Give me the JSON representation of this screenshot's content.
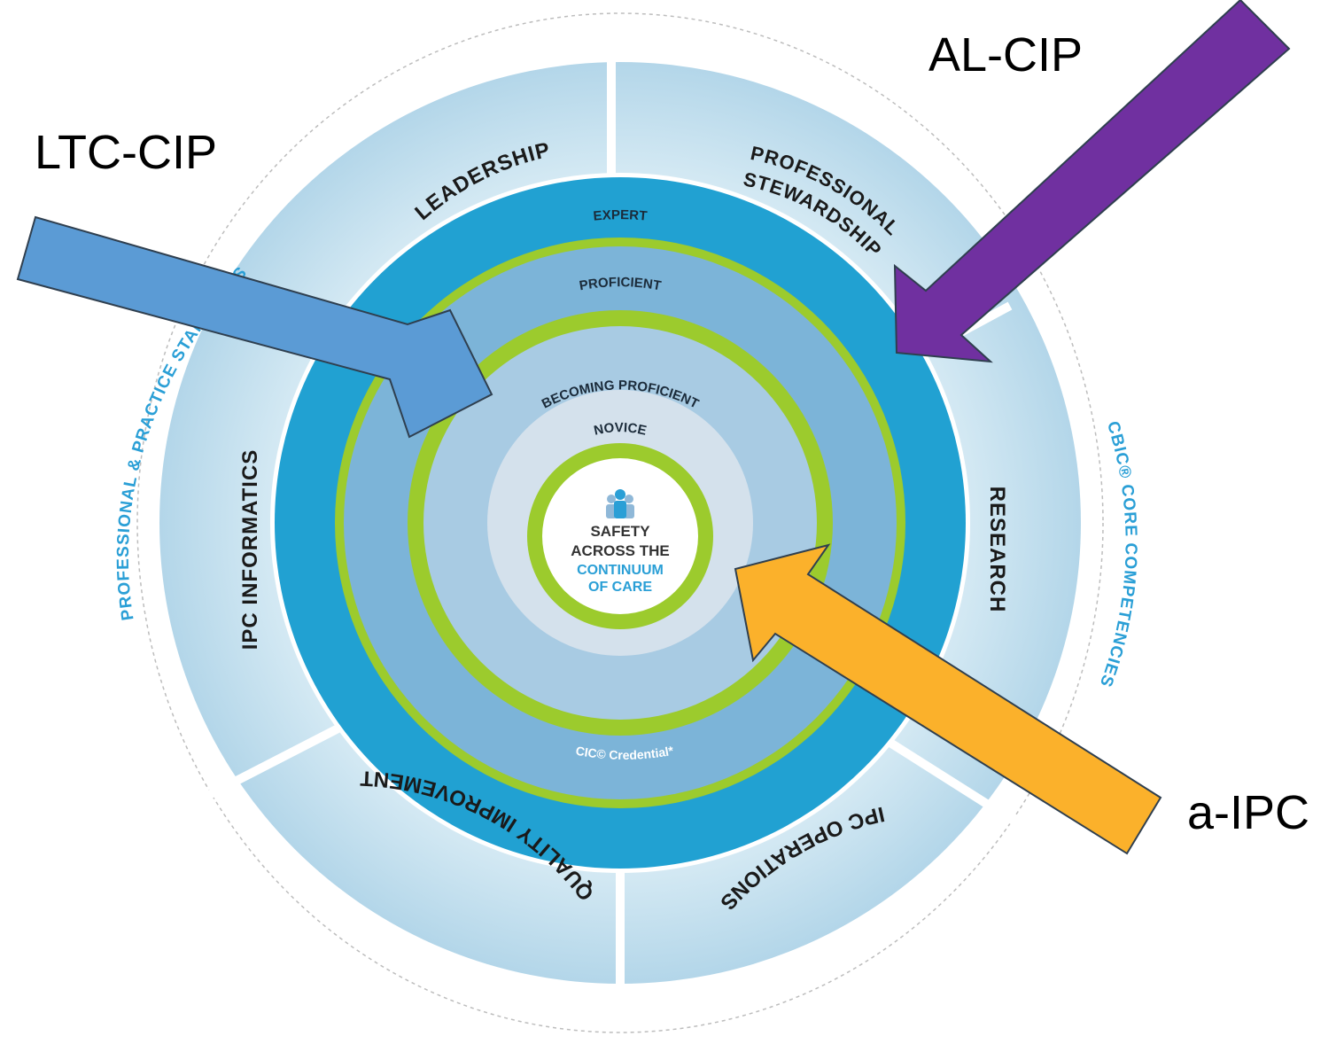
{
  "callouts": {
    "ltc_cip": "LTC-CIP",
    "al_cip": "AL-CIP",
    "a_ipc": "a-IPC"
  },
  "outer_labels": {
    "left": "PROFESSIONAL & PRACTICE STANDARDS",
    "right": "CBIC® CORE COMPETENCIES"
  },
  "segments": {
    "leadership": "LEADERSHIP",
    "professional": "PROFESSIONAL",
    "stewardship": "STEWARDSHIP",
    "research": "RESEARCH",
    "ipc_operations": "IPC OPERATIONS",
    "quality_improvement": "QUALITY IMPROVEMENT",
    "ipc_informatics": "IPC INFORMATICS"
  },
  "levels": {
    "expert": "EXPERT",
    "proficient": "PROFICIENT",
    "becoming_proficient": "BECOMING PROFICIENT",
    "novice": "NOVICE",
    "credential": "CIC© Credential*"
  },
  "center": {
    "line1": "SAFETY",
    "line2": "ACROSS THE",
    "line3": "CONTINUUM",
    "line4": "OF CARE"
  },
  "colors": {
    "outer_band": "#bfdcec",
    "expert_ring": "#21a1d2",
    "green_ring": "#9ccb2d",
    "proficient_band": "#7cb4d8",
    "inner_band": "#a8cbe3",
    "novice_disk": "#d4e1ec",
    "outer_label": "#2a9fd6",
    "arrow_blue": "#5b9bd5",
    "arrow_purple": "#7030a0",
    "arrow_orange": "#fbb12b"
  }
}
